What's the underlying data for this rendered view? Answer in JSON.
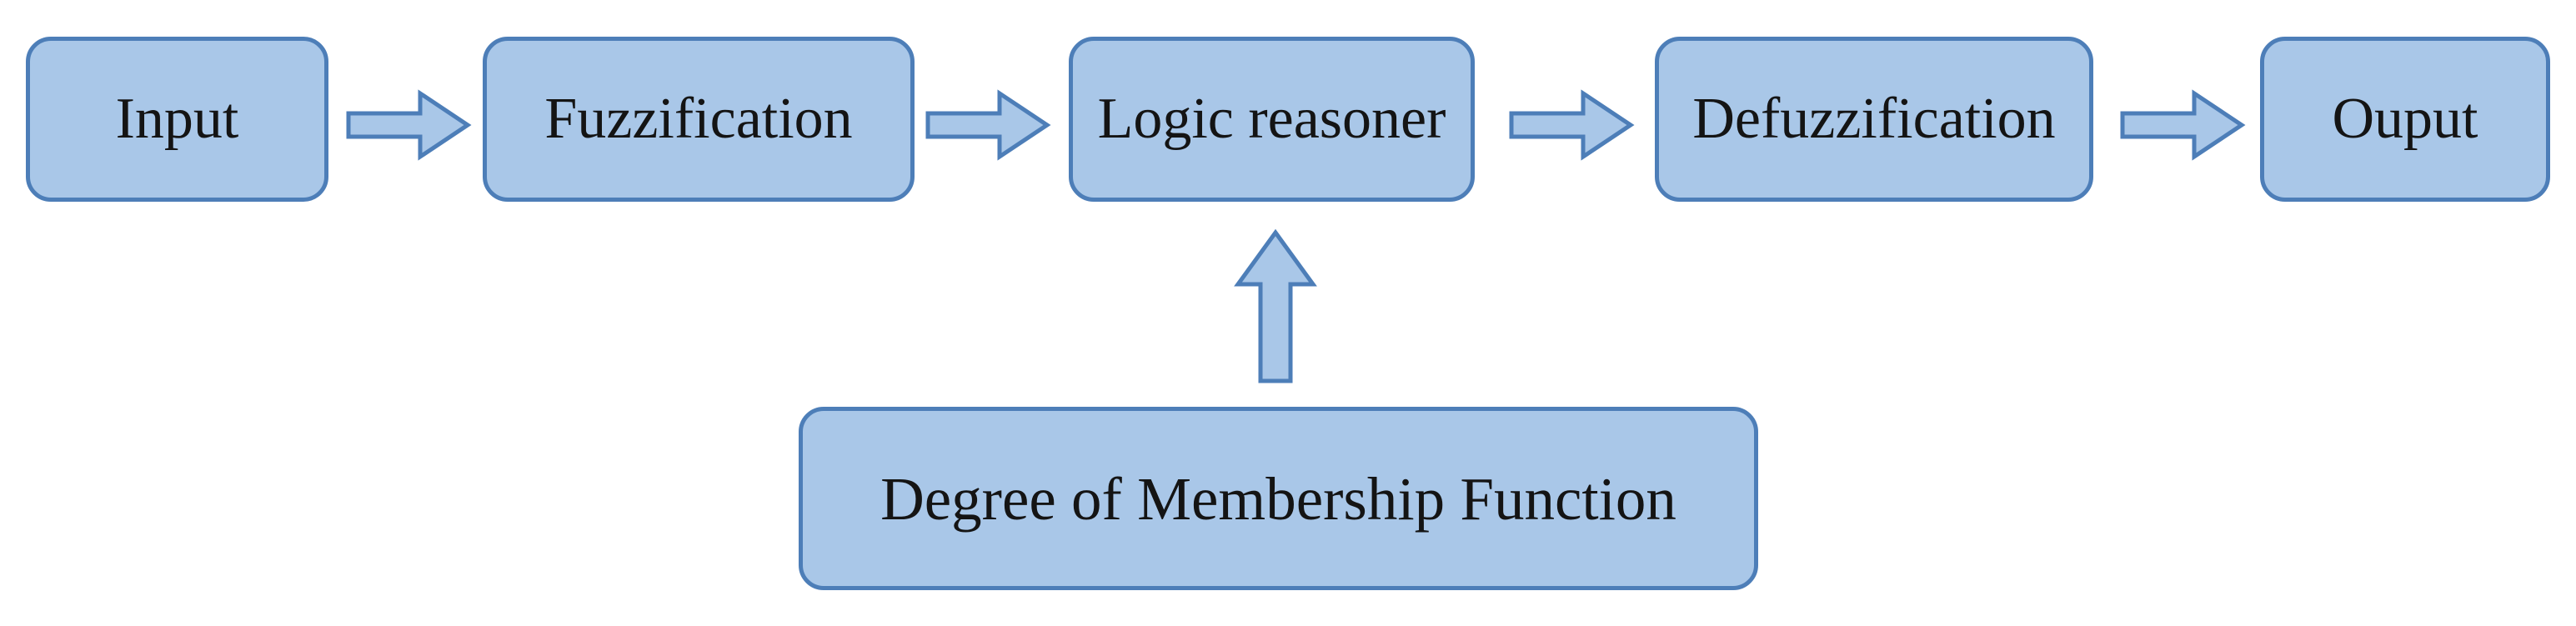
{
  "diagram": {
    "colors": {
      "background": "#ffffff",
      "box_fill": "#a9c7e8",
      "box_border": "#4d7eb8",
      "arrow_fill": "#a9c7e8",
      "arrow_border": "#4d7eb8",
      "text": "#141414"
    },
    "nodes": {
      "input": {
        "label": "Input"
      },
      "fuzzification": {
        "label": "Fuzzification"
      },
      "logic_reasoner": {
        "label": "Logic reasoner"
      },
      "defuzzification": {
        "label": "Defuzzification"
      },
      "output": {
        "label": "Ouput"
      },
      "membership_function": {
        "label": "Degree of Membership Function"
      }
    },
    "connections": [
      {
        "from": "Input",
        "to": "Fuzzification",
        "type": "arrow-right"
      },
      {
        "from": "Fuzzification",
        "to": "Logic reasoner",
        "type": "arrow-right"
      },
      {
        "from": "Logic reasoner",
        "to": "Defuzzification",
        "type": "arrow-right"
      },
      {
        "from": "Defuzzification",
        "to": "Ouput",
        "type": "arrow-right"
      },
      {
        "from": "Degree of Membership Function",
        "to": "Logic reasoner",
        "type": "arrow-up"
      }
    ]
  }
}
